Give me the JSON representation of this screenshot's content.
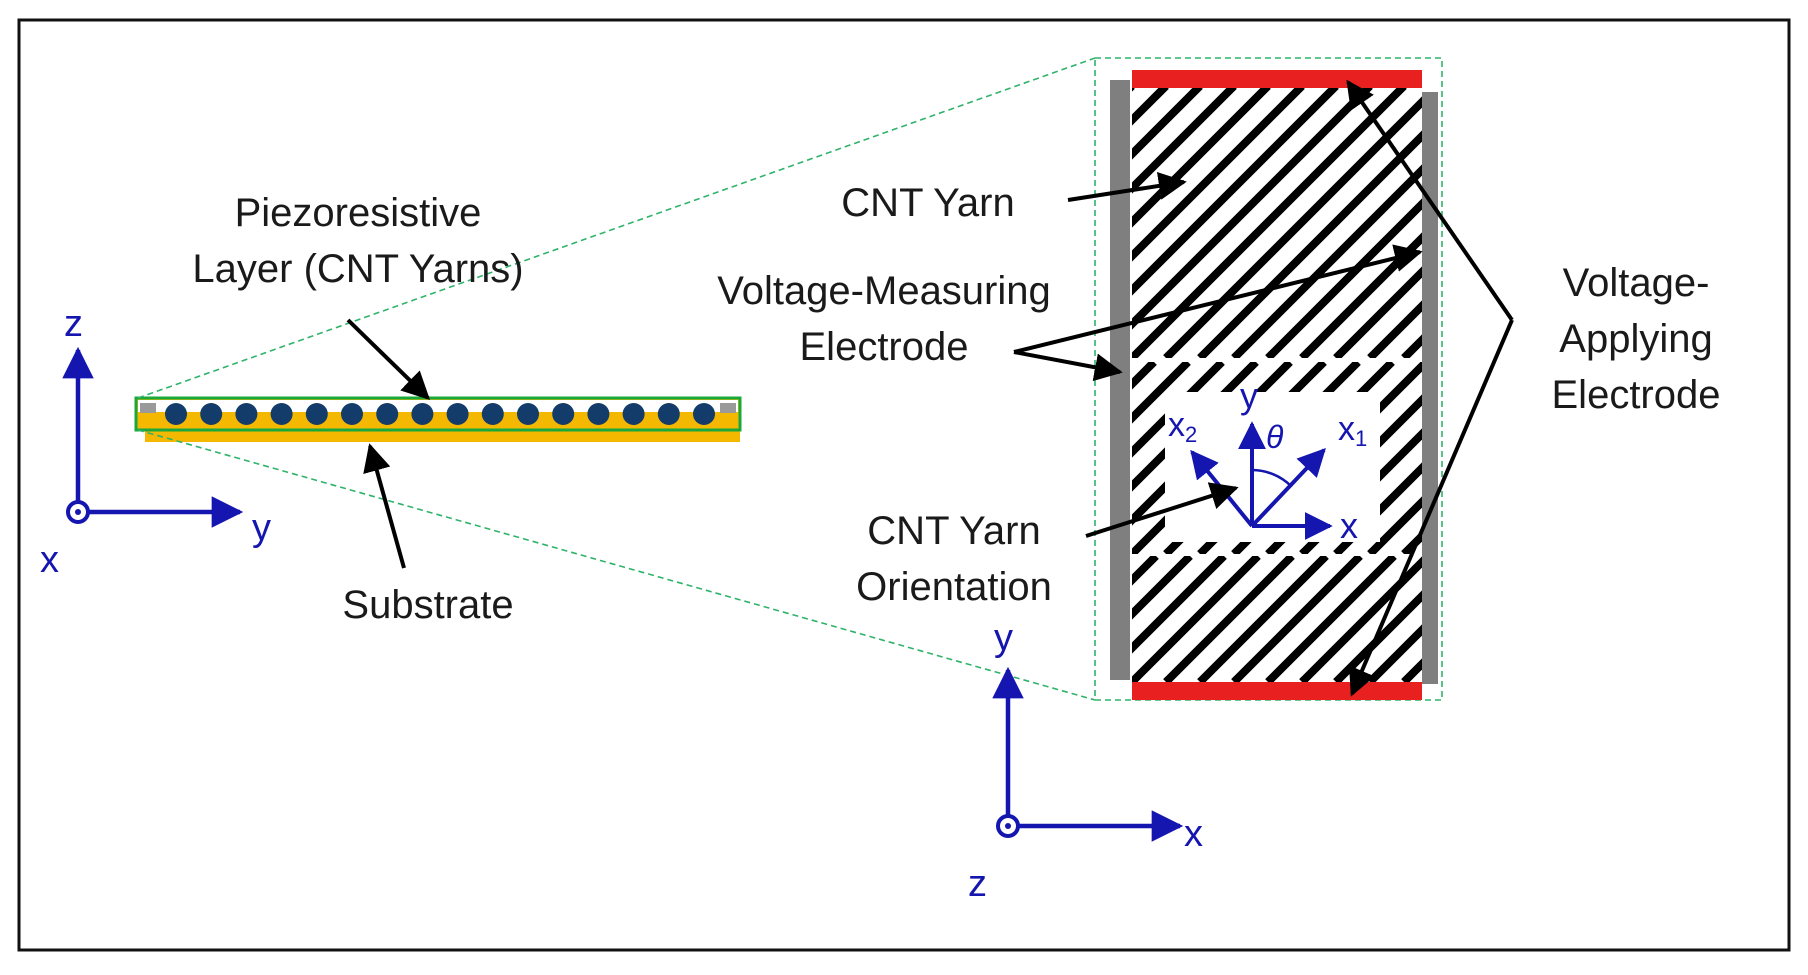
{
  "labels": {
    "piezo_line1": "Piezoresistive",
    "piezo_line2": "Layer (CNT Yarns)",
    "substrate": "Substrate",
    "cnt_yarn": "CNT Yarn",
    "vm_line1": "Voltage-Measuring",
    "vm_line2": "Electrode",
    "va_line1": "Voltage-",
    "va_line2": "Applying",
    "va_line3": "Electrode",
    "orient_line1": "CNT Yarn",
    "orient_line2": "Orientation"
  },
  "axes_left": {
    "vertical": "z",
    "horizontal": "y",
    "out_of_plane": "x"
  },
  "axes_bottom": {
    "vertical": "y",
    "horizontal": "x",
    "out_of_plane": "z"
  },
  "axes_inner": {
    "x": "x",
    "y": "y",
    "x1": "x",
    "x1_sub": "1",
    "x2": "x",
    "x2_sub": "2",
    "angle": "θ"
  },
  "colors": {
    "axis": "#1515b0",
    "electrode_applying": "#e82020",
    "electrode_measuring": "#7f7f7f",
    "substrate": "#f5b800",
    "layer_border": "#1aa83a",
    "yarn_dot": "#143c6a",
    "zoom_line": "#2fb36a"
  }
}
